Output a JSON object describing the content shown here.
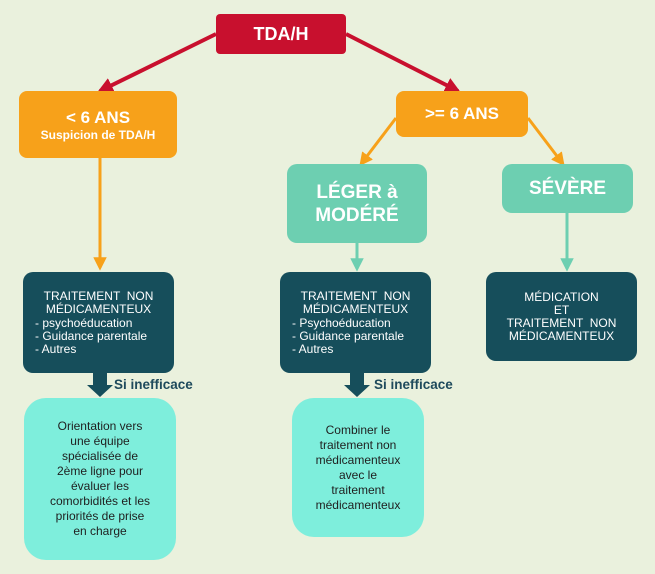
{
  "root": {
    "title": "TDA/H"
  },
  "under6": {
    "title": "< 6 ANS",
    "subtitle": "Suspicion de TDA/H"
  },
  "over6": {
    "title": ">= 6 ANS"
  },
  "mild": {
    "title_line1": "LÉGER à",
    "title_line2": "MODÉRÉ"
  },
  "severe": {
    "title": "SÉVÈRE"
  },
  "treat_left": {
    "line1": "TRAITEMENT  NON",
    "line2": "MÉDICAMENTEUX",
    "items": [
      "- psychoéducation",
      "- Guidance parentale",
      "- Autres"
    ]
  },
  "treat_mid": {
    "line1": "TRAITEMENT  NON",
    "line2": "MÉDICAMENTEUX",
    "items": [
      "- Psychoéducation",
      "- Guidance parentale",
      "- Autres"
    ]
  },
  "treat_right": {
    "lines": [
      "MÉDICATION",
      "ET",
      "TRAITEMENT  NON",
      "MÉDICAMENTEUX"
    ]
  },
  "ineffective_left": "Si inefficace",
  "ineffective_mid": "Si inefficace",
  "outcome_left": {
    "lines": [
      "Orientation vers",
      "une équipe",
      "spécialisée de",
      "2ème ligne pour",
      "évaluer les",
      "comorbidités et les",
      "priorités de prise",
      "en charge"
    ]
  },
  "outcome_mid": {
    "lines": [
      "Combiner le",
      "traitement non",
      "médicamenteux",
      "avec le",
      "traitement",
      "médicamenteux"
    ]
  },
  "colors": {
    "background": "#eaf1dd",
    "red": "#c8102e",
    "orange": "#f7a11a",
    "teal": "#6dcfb1",
    "dark_teal": "#164e5b",
    "mint": "#7eeedc"
  }
}
